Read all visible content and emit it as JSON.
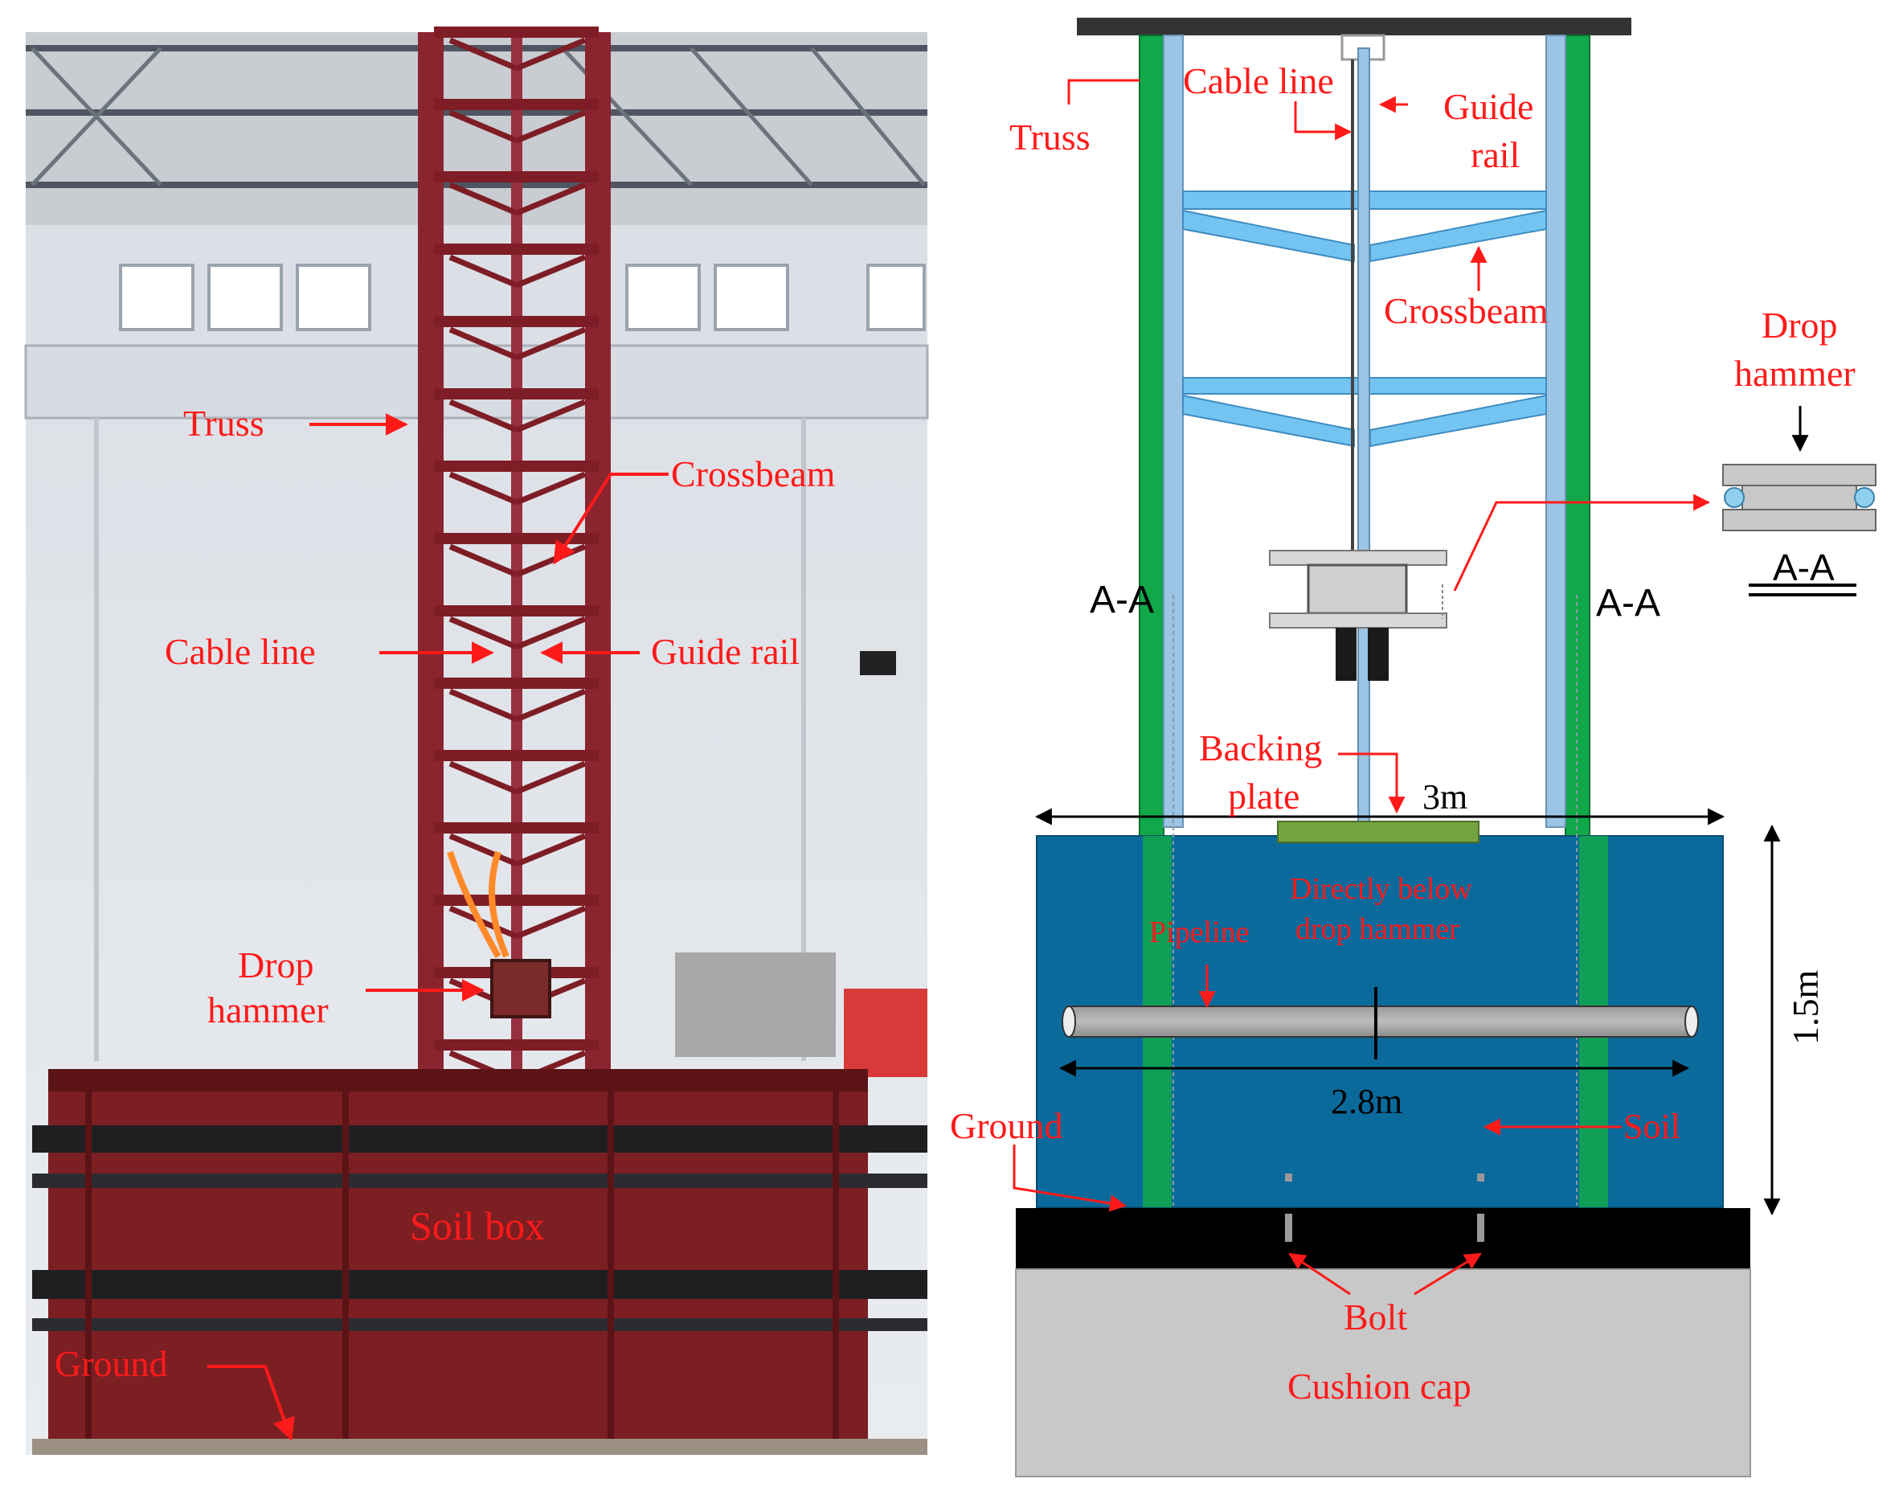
{
  "photo": {
    "labels": {
      "truss": "Truss",
      "crossbeam": "Crossbeam",
      "cable_line": "Cable line",
      "guide_rail": "Guide rail",
      "drop_hammer_1": "Drop",
      "drop_hammer_2": "hammer",
      "soil_box": "Soil box",
      "ground": "Ground"
    }
  },
  "schematic": {
    "labels": {
      "cable_line": "Cable line",
      "truss": "Truss",
      "guide_rail_1": "Guide",
      "guide_rail_2": "rail",
      "crossbeam": "Crossbeam",
      "drop_hammer_1": "Drop",
      "drop_hammer_2": "hammer",
      "section_aa": "A-A",
      "section_left": "A-A",
      "section_right": "A-A",
      "backing_plate_1": "Backing",
      "backing_plate_2": "plate",
      "width": "3m",
      "directly_below_1": "Directly below",
      "directly_below_2": "drop hammer",
      "pipeline": "Pipeline",
      "pipe_length": "2.8m",
      "soil": "Soil",
      "depth": "1.5m",
      "ground": "Ground",
      "bolt": "Bolt",
      "cushion_cap": "Cushion cap"
    },
    "colors": {
      "truss": "#11a84a",
      "rail": "#9cc4e4",
      "crossbeam": "#74c4f2",
      "soil": "#0b6a9c",
      "backing_plate": "#76a341",
      "base": "#000000",
      "cushion_cap": "#c8c8c8",
      "annotation": "#ff1a1a"
    }
  }
}
